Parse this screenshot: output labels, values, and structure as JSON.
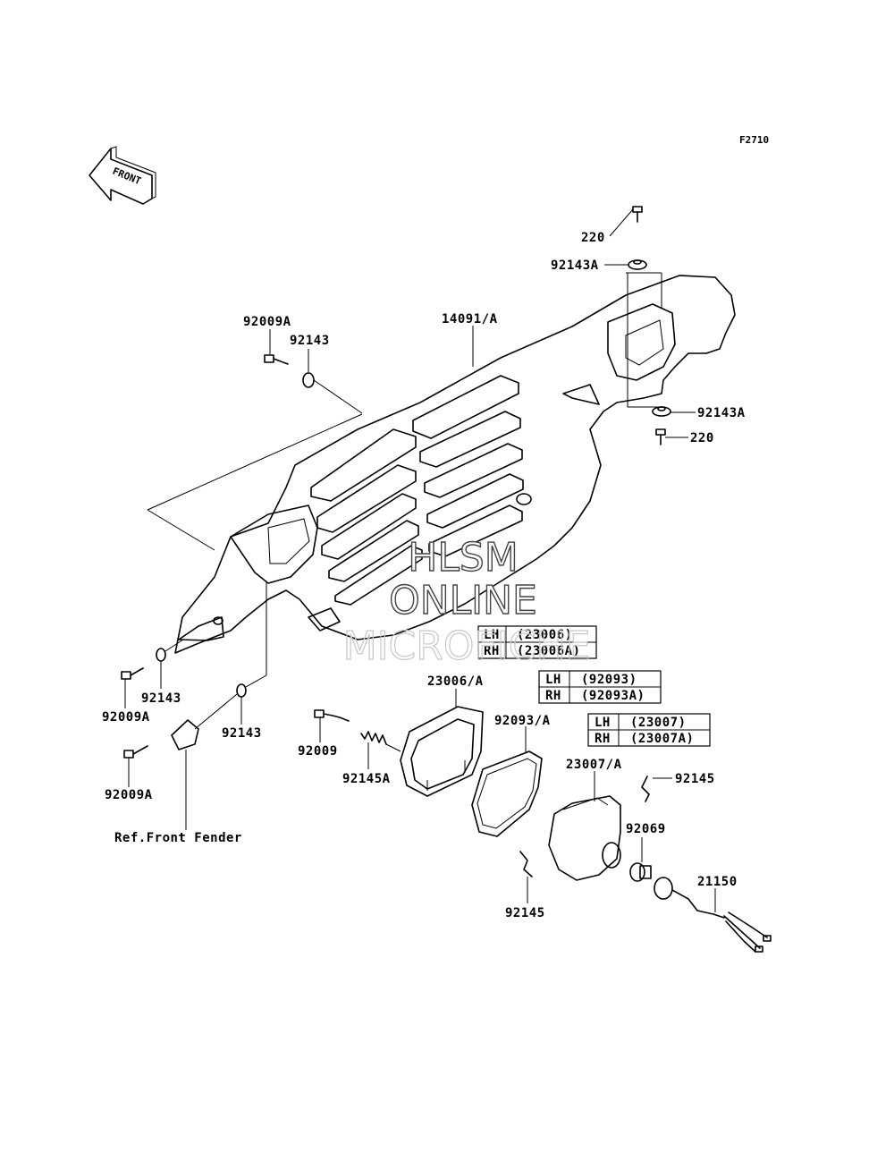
{
  "figure_code": "F2710",
  "front_arrow_text": "FRONT",
  "watermark": [
    "HLSM",
    "ONLINE",
    "MICROFICHE"
  ],
  "callouts": {
    "c220_top": "220",
    "c92143A_top": "92143A",
    "c14091": "14091/A",
    "c92009A_top": "92009A",
    "c92143_top": "92143",
    "c92143A_right": "92143A",
    "c220_right": "220",
    "c92143_left": "92143",
    "c92009A_left": "92009A",
    "c92143_mid": "92143",
    "c92009": "92009",
    "c92145A": "92145A",
    "c92009A_bottom": "92009A",
    "ref_front_fender": "Ref.Front Fender",
    "c23006": "23006/A",
    "c92093": "92093/A",
    "c23007": "23007/A",
    "c92145_right": "92145",
    "c92069": "92069",
    "c21150": "21150",
    "c92145_bottom": "92145"
  },
  "tables": {
    "t23006": [
      {
        "side": "LH",
        "part": "(23006)"
      },
      {
        "side": "RH",
        "part": "(23006A)"
      }
    ],
    "t92093": [
      {
        "side": "LH",
        "part": "(92093)"
      },
      {
        "side": "RH",
        "part": "(92093A)"
      }
    ],
    "t23007": [
      {
        "side": "LH",
        "part": "(23007)"
      },
      {
        "side": "RH",
        "part": "(23007A)"
      }
    ]
  }
}
